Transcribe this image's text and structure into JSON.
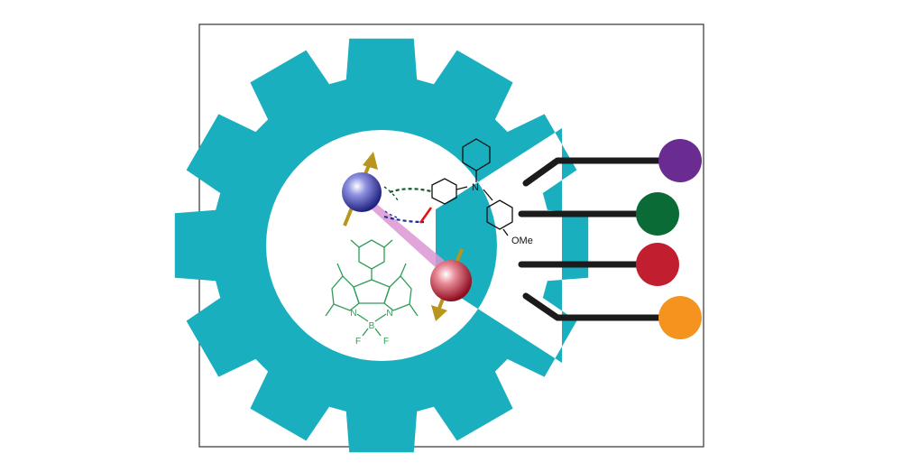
{
  "colors": {
    "gear": "#1aafbf",
    "blue_sphere": "#3b3ea8",
    "red_sphere": "#c11f33",
    "spin_arrow": "#b8961e",
    "cone": "#dc97d2",
    "bodipy": "#2e9e57",
    "bond_red": "#e01616",
    "bond_green": "#0d5c2e",
    "bond_blue": "#1f2f9a",
    "lever": "#1b1b1b",
    "knob_purple": "#6b2c91",
    "knob_green": "#0b6b36",
    "knob_red": "#c11f2f",
    "knob_orange": "#f5931f"
  },
  "labels": {
    "n_amine": "N",
    "ome": "OMe",
    "bodipy_n_left": "N",
    "bodipy_n_right": "N",
    "bodipy_b": "B",
    "bodipy_f_left": "F",
    "bodipy_f_right": "F"
  },
  "icons": {
    "gear": "gear-icon",
    "blue_spin": "electron-spin-blue",
    "red_spin": "electron-spin-red"
  }
}
